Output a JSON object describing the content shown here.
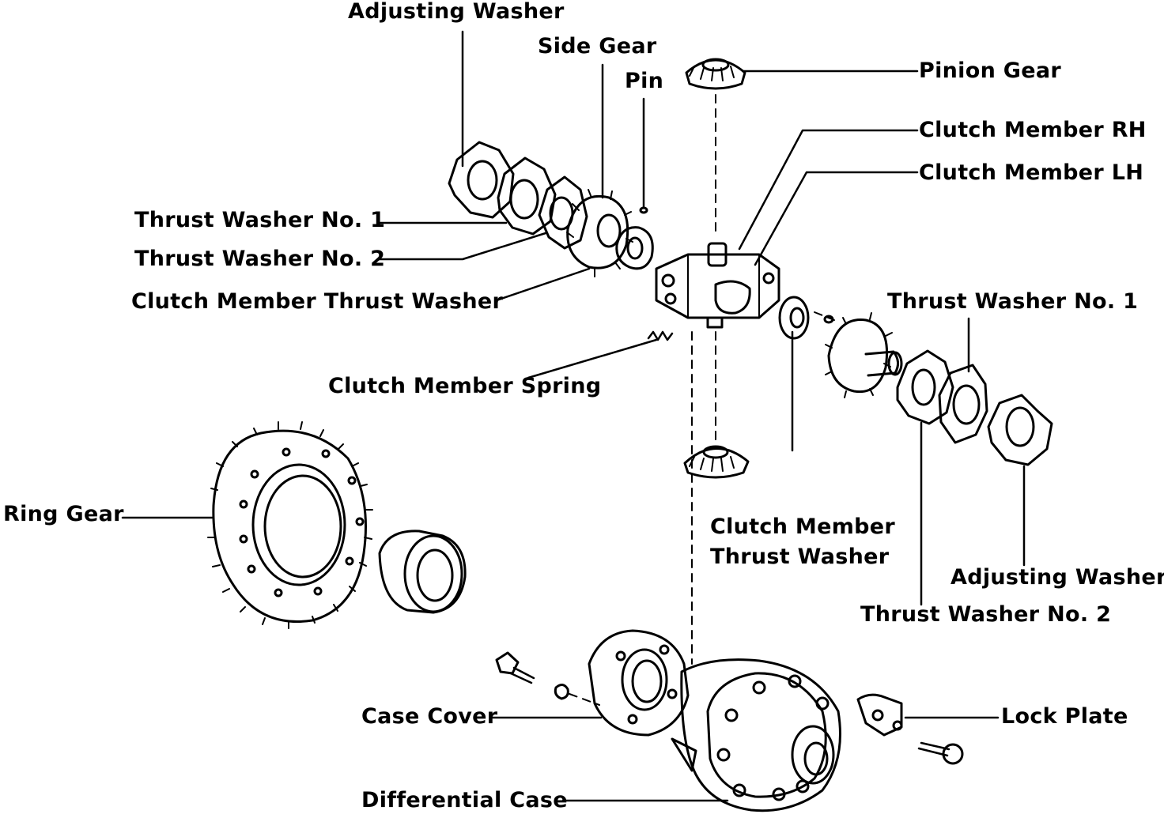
{
  "labels": {
    "adjusting_washer_top": "Adjusting Washer",
    "side_gear": "Side Gear",
    "pin": "Pin",
    "pinion_gear": "Pinion Gear",
    "clutch_member_rh": "Clutch Member RH",
    "clutch_member_lh": "Clutch Member LH",
    "thrust_washer_no1_left": "Thrust Washer No. 1",
    "thrust_washer_no2_left": "Thrust Washer No. 2",
    "clutch_member_thrust_washer_left": "Clutch Member Thrust Washer",
    "thrust_washer_no1_right": "Thrust Washer No. 1",
    "clutch_member_spring": "Clutch Member Spring",
    "ring_gear": "Ring Gear",
    "clutch_member_thrust_washer_right_line1": "Clutch Member",
    "clutch_member_thrust_washer_right_line2": "Thrust Washer",
    "adjusting_washer_right": "Adjusting Washer",
    "thrust_washer_no2_right": "Thrust Washer No. 2",
    "case_cover": "Case Cover",
    "lock_plate": "Lock Plate",
    "differential_case": "Differential Case"
  },
  "colors": {
    "ink": "#000000",
    "paper": "#ffffff"
  }
}
